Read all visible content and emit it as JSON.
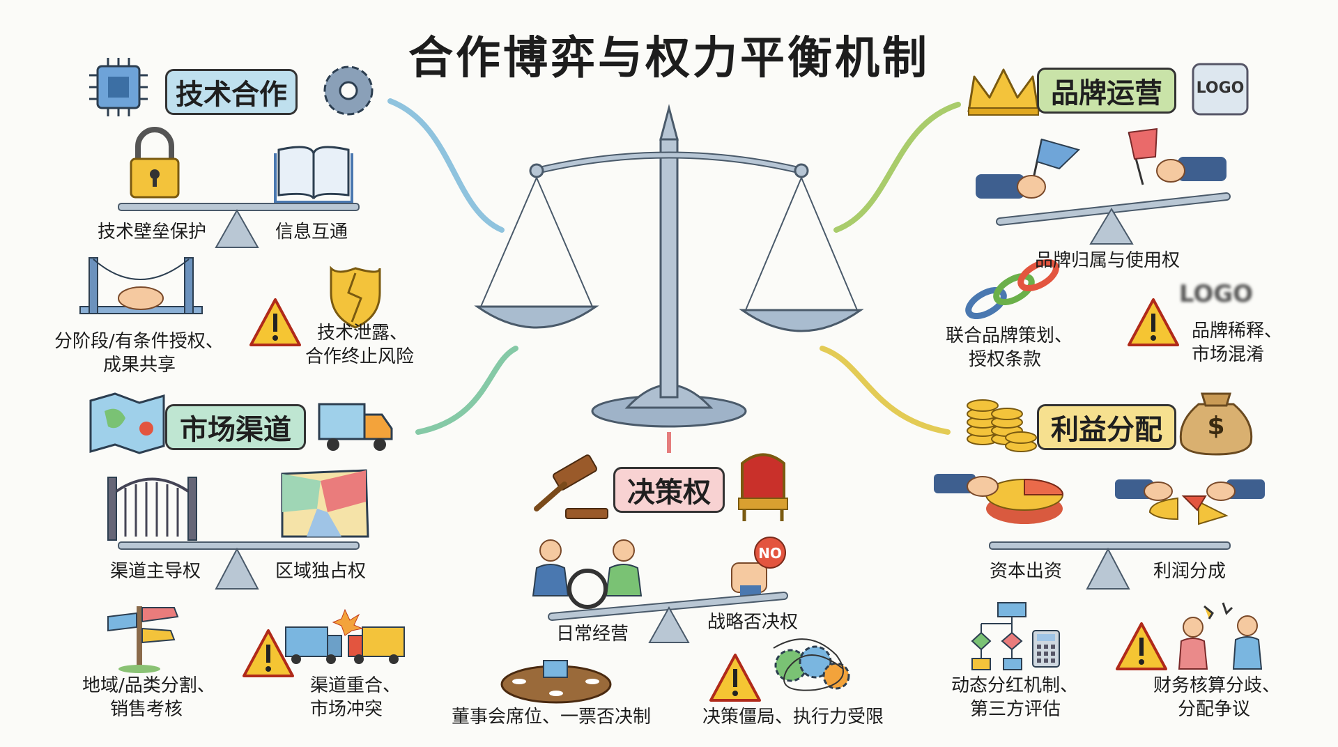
{
  "title": "合作博弈与权力平衡机制",
  "sections": {
    "tech": {
      "heading": "技术合作",
      "balance_left": "技术壁垒保护",
      "balance_right": "信息互通",
      "mechanism": "分阶段/有条件授权、成果共享",
      "mechanism_line1": "分阶段/有条件授权、",
      "mechanism_line2": "成果共享",
      "risk_line1": "技术泄露、",
      "risk_line2": "合作终止风险"
    },
    "brand": {
      "heading": "品牌运营",
      "logo_text": "LOGO",
      "balance_label": "品牌归属与使用权",
      "mechanism_line1": "联合品牌策划、",
      "mechanism_line2": "授权条款",
      "risk_line1": "品牌稀释、",
      "risk_line2": "市场混淆"
    },
    "channel": {
      "heading": "市场渠道",
      "balance_left": "渠道主导权",
      "balance_right": "区域独占权",
      "mechanism_line1": "地域/品类分割、",
      "mechanism_line2": "销售考核",
      "risk_line1": "渠道重合、",
      "risk_line2": "市场冲突"
    },
    "profit": {
      "heading": "利益分配",
      "dollar_sign": "$",
      "balance_left": "资本出资",
      "balance_right": "利润分成",
      "mechanism_line1": "动态分红机制、",
      "mechanism_line2": "第三方评估",
      "risk_line1": "财务核算分歧、",
      "risk_line2": "分配争议"
    },
    "decision": {
      "heading": "决策权",
      "no_sign": "NO",
      "balance_left": "日常经营",
      "balance_right": "战略否决权",
      "mechanism": "董事会席位、一票否决制",
      "risk": "决策僵局、执行力受限"
    }
  },
  "colors": {
    "tech": "#bfe0ee",
    "brand": "#c9e3a8",
    "channel": "#bfe6d2",
    "profit": "#f6e08f",
    "decision": "#f8d2d2",
    "warning": "#f5c533",
    "scale": "#9fb3c8"
  },
  "icons": [
    "chip-icon",
    "gear-icon",
    "lock-icon",
    "book-icon",
    "bridge-handshake-icon",
    "warning-icon",
    "broken-shield-icon",
    "crown-icon",
    "logo-badge-icon",
    "flag-handshake-icon",
    "chain-icon",
    "map-icon",
    "truck-icon",
    "gate-icon",
    "region-map-icon",
    "signpost-icon",
    "truck-collision-icon",
    "coins-icon",
    "money-bag-icon",
    "pie-chart-icon",
    "flowchart-icon",
    "calculator-icon",
    "arguing-people-icon",
    "gavel-icon",
    "throne-icon",
    "steering-fight-icon",
    "no-hand-icon",
    "round-table-icon",
    "tangled-gears-icon",
    "balance-scale-icon"
  ]
}
